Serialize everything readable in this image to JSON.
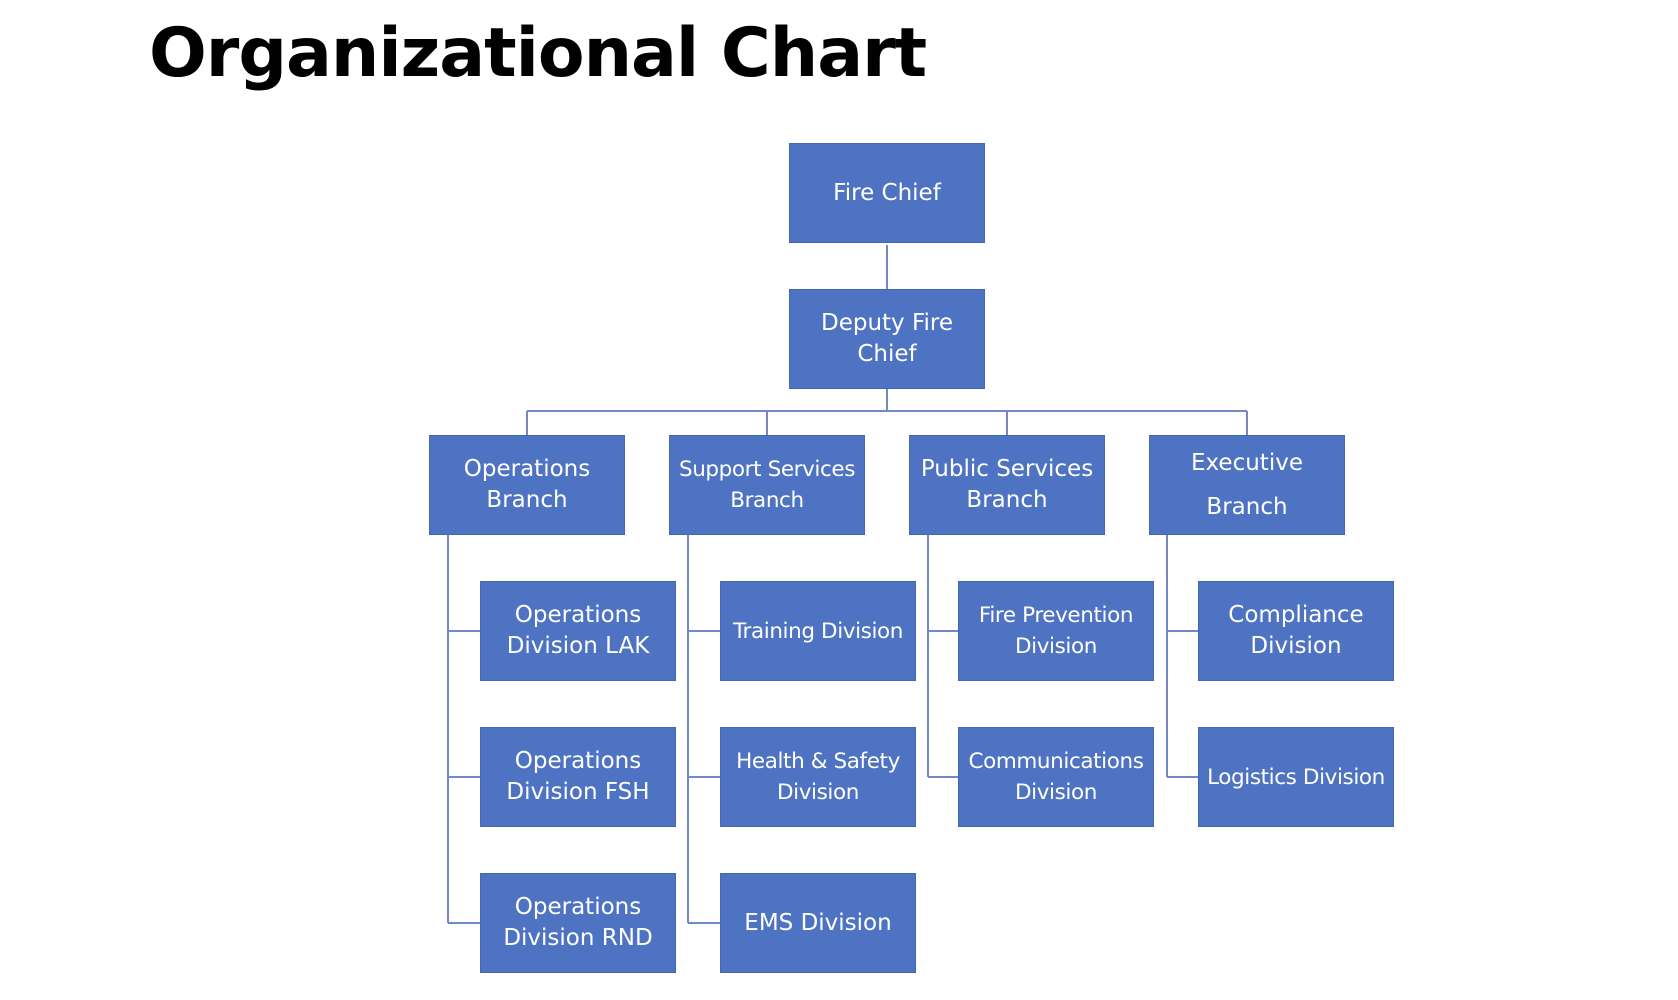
{
  "title": "Organizational Chart",
  "colors": {
    "box": "#4f73c3",
    "line": "#7488c4"
  },
  "chart": {
    "root": "Fire Chief",
    "deputy": "Deputy Fire\nChief",
    "branches": [
      {
        "label": "Operations\nBranch",
        "divisions": [
          "Operations\nDivision LAK",
          "Operations\nDivision FSH",
          "Operations\nDivision RND"
        ]
      },
      {
        "label": "Support Services\nBranch",
        "divisions": [
          "Training Division",
          "Health & Safety\nDivision",
          "EMS Division"
        ]
      },
      {
        "label": "Public Services\nBranch",
        "divisions": [
          "Fire Prevention\nDivision",
          "Communications\nDivision"
        ]
      },
      {
        "label": "Executive\nBranch",
        "divisions": [
          "Compliance\nDivision",
          "Logistics Division"
        ]
      }
    ]
  }
}
